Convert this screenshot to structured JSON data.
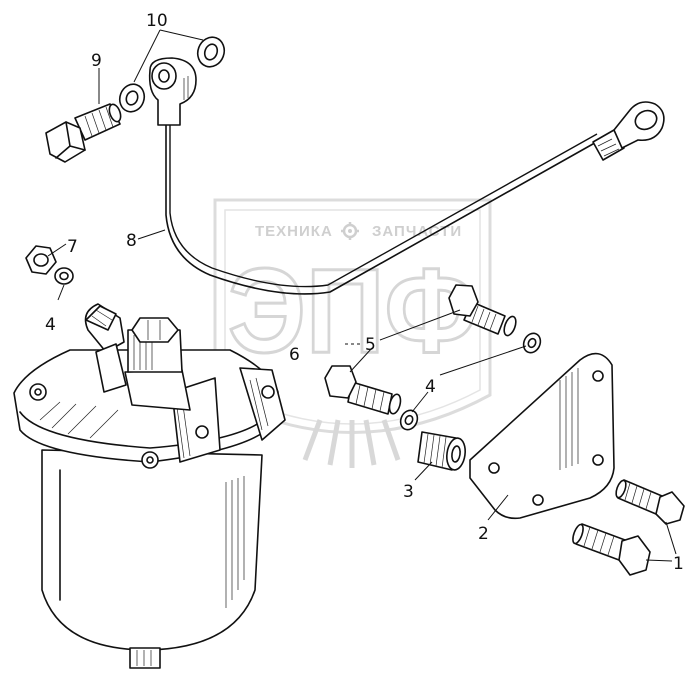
{
  "watermark": {
    "line1_left": "ТЕХНИКА",
    "line1_right": "ЗАПЧАСТИ",
    "gear_icon": "gear-icon",
    "big_letters": "ЭПФ"
  },
  "callouts": [
    {
      "id": "1",
      "label": "1"
    },
    {
      "id": "2",
      "label": "2"
    },
    {
      "id": "3",
      "label": "3"
    },
    {
      "id": "4a",
      "label": "4"
    },
    {
      "id": "4b",
      "label": "4"
    },
    {
      "id": "5",
      "label": "5"
    },
    {
      "id": "6",
      "label": "6"
    },
    {
      "id": "7",
      "label": "7"
    },
    {
      "id": "8",
      "label": "8"
    },
    {
      "id": "9",
      "label": "9"
    },
    {
      "id": "10",
      "label": "10"
    }
  ],
  "colors": {
    "ink": "#111111",
    "watermark": "#d0d0d0",
    "background": "#ffffff"
  }
}
